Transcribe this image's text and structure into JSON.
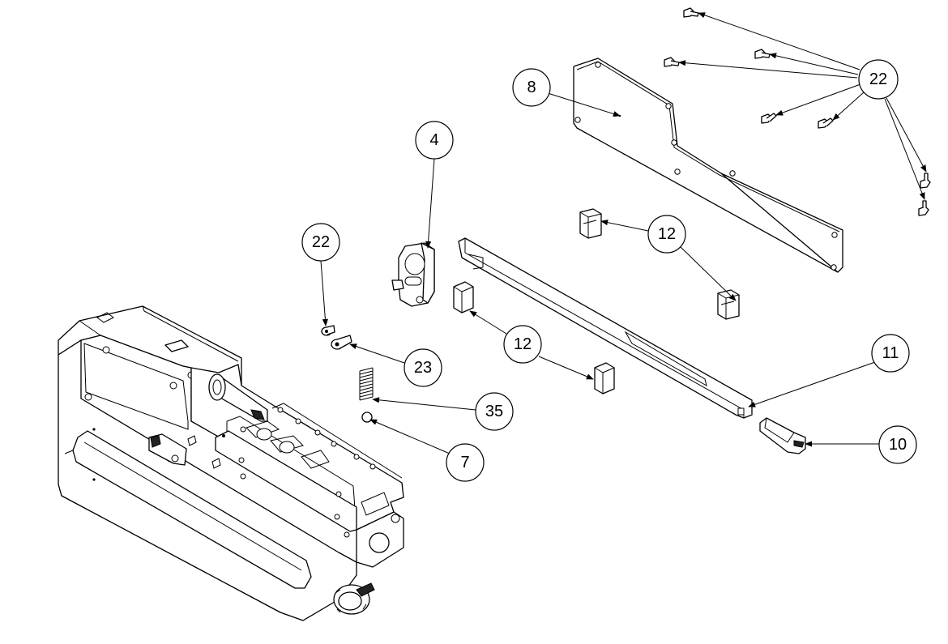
{
  "balloons": [
    {
      "id": "b8",
      "label": "8"
    },
    {
      "id": "b22a",
      "label": "22"
    },
    {
      "id": "b4",
      "label": "4"
    },
    {
      "id": "b22b",
      "label": "22"
    },
    {
      "id": "b12a",
      "label": "12"
    },
    {
      "id": "b12b",
      "label": "12"
    },
    {
      "id": "b23",
      "label": "23"
    },
    {
      "id": "b11",
      "label": "11"
    },
    {
      "id": "b35",
      "label": "35"
    },
    {
      "id": "b10",
      "label": "10"
    },
    {
      "id": "b7",
      "label": "7"
    }
  ],
  "colors": {
    "line": "#000000",
    "background": "#ffffff"
  }
}
